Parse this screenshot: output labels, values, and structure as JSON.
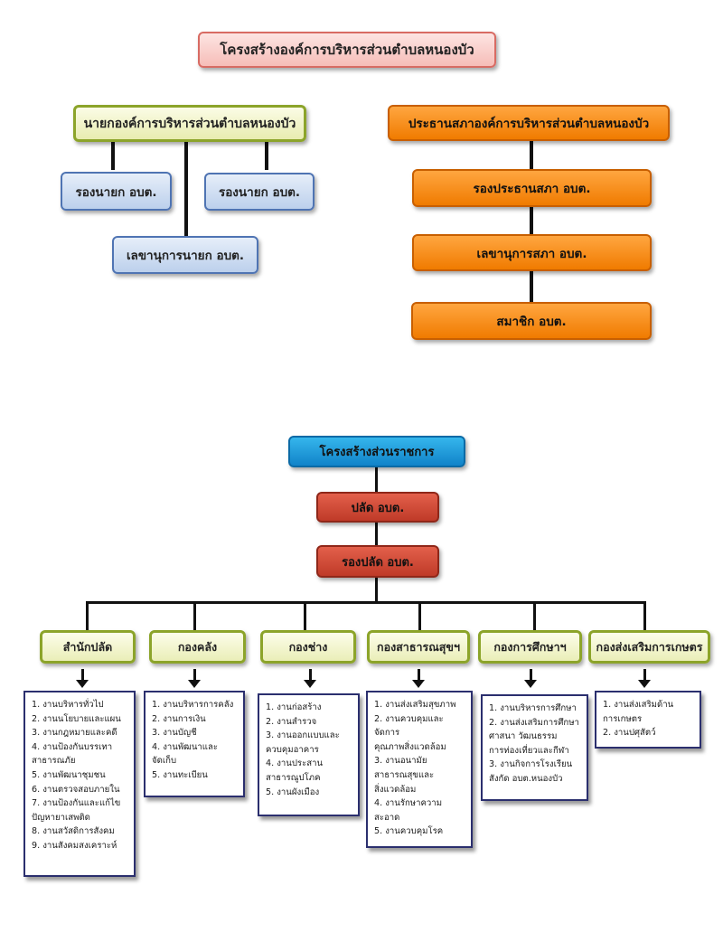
{
  "top": {
    "title": "โครงสร้างองค์การบริหารส่วนตำบลหนองบัว",
    "executive": {
      "head": "นายกองค์การบริหารส่วนตำบลหนองบัว",
      "deputy_left": "รองนายก อบต.",
      "deputy_right": "รองนายก อบต.",
      "secretary": "เลขานุการนายก อบต."
    },
    "council": {
      "head": "ประธานสภาองค์การบริหารส่วนตำบลหนองบัว",
      "vice": "รองประธานสภา อบต.",
      "secretary": "เลขานุการสภา อบต.",
      "members": "สมาชิก อบต."
    }
  },
  "bottom": {
    "title": "โครงสร้างส่วนราชการ",
    "chief": "ปลัด อบต.",
    "deputy_chief": "รองปลัด อบต.",
    "departments": [
      {
        "name": "สำนักปลัด",
        "tasks": [
          "1. งานบริหารทั่วไป",
          "2. งานนโยบายและแผน",
          "3. งานกฎหมายและคดี",
          "4. งานป้องกันบรรเทา",
          "สาธารณภัย",
          "5. งานพัฒนาชุมชน",
          "6. งานตรวจสอบภายใน",
          "7. งานป้องกันและแก้ไข",
          "ปัญหายาเสพติด",
          "8. งานสวัสดิการสังคม",
          "9. งานสังคมสงเคราะห์"
        ]
      },
      {
        "name": "กองคลัง",
        "tasks": [
          "1. งานบริหารการคลัง",
          "2. งานการเงิน",
          "3. งานบัญชี",
          "4. งานพัฒนาและ",
          "จัดเก็บ",
          "5. งานทะเบียน"
        ]
      },
      {
        "name": "กองช่าง",
        "tasks": [
          "1. งานก่อสร้าง",
          "2. งานสำรวจ",
          "3. งานออกแบบและ",
          "ควบคุมอาคาร",
          "4. งานประสาน",
          "สาธารณูปโภค",
          "5. งานผังเมือง"
        ]
      },
      {
        "name": "กองสาธารณสุขฯ",
        "tasks": [
          "1. งานส่งเสริมสุขภาพ",
          "2. งานควบคุมและจัดการ",
          "คุณภาพสิ่งแวดล้อม",
          "3. งานอนามัย",
          "สาธารณสุขและ",
          "สิ่งแวดล้อม",
          "4. งานรักษาความ",
          "สะอาด",
          "5. งานควบคุมโรค"
        ]
      },
      {
        "name": "กองการศึกษาฯ",
        "tasks": [
          "1. งานบริหารการศึกษา",
          "2. งานส่งเสริมการศึกษา",
          "ศาสนา วัฒนธรรม",
          "การท่องเที่ยวและกีฬา",
          "3. งานกิจการโรงเรียน",
          "สังกัด อบต.หนองบัว"
        ]
      },
      {
        "name": "กองส่งเสริมการเกษตร",
        "tasks": [
          "1. งานส่งเสริมด้าน",
          "การเกษตร",
          "2. งานปศุสัตว์"
        ]
      }
    ]
  },
  "colors": {
    "title_fill": "#f6bdb8",
    "executive_border": "#8ca42a",
    "deputy_fill": "#bcd0ec",
    "council_fill": "#f07b00",
    "gov_title_fill": "#1183c9",
    "chief_fill": "#bf3a28",
    "list_border": "#2b2f6e"
  }
}
